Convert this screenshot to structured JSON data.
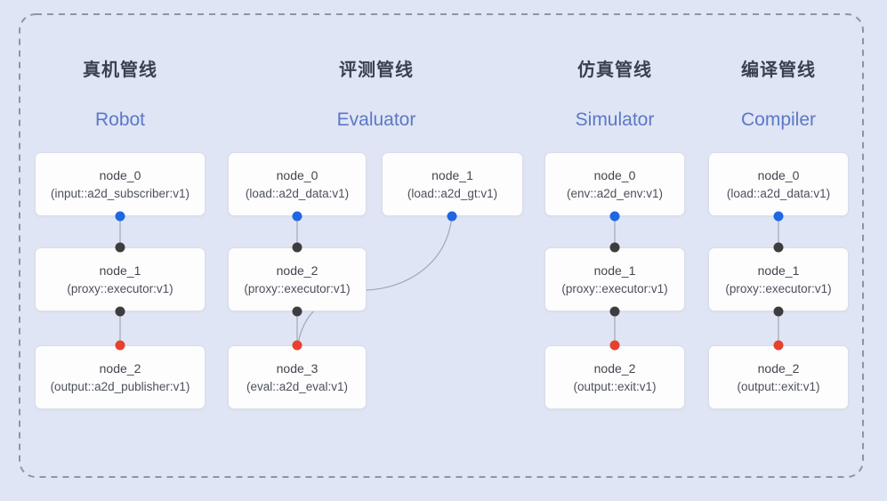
{
  "frame": {
    "style": "dashed rounded rectangle"
  },
  "colors": {
    "background": "#dfe5f4",
    "frame_border": "#8e95a2",
    "node_fill": "#fdfdfe",
    "node_border": "#d9dde6",
    "edge": "#a0a8b8",
    "output_port_dot": "#1f66e3",
    "input_port_dot": "#3d3d40",
    "final_port_dot": "#e8402c",
    "cn_title": "#394050",
    "en_title": "#5b78c7"
  },
  "pipelines": [
    {
      "key": "robot",
      "title_cn": "真机管线",
      "title_en": "Robot",
      "nodes": [
        {
          "name": "node_0",
          "pkg": "(input::a2d_subscriber:v1)"
        },
        {
          "name": "node_1",
          "pkg": "(proxy::executor:v1)"
        },
        {
          "name": "node_2",
          "pkg": "(output::a2d_publisher:v1)"
        }
      ]
    },
    {
      "key": "evaluator",
      "title_cn": "评测管线",
      "title_en": "Evaluator",
      "nodes": [
        {
          "name": "node_0",
          "pkg": "(load::a2d_data:v1)"
        },
        {
          "name": "node_1",
          "pkg": "(load::a2d_gt:v1)"
        },
        {
          "name": "node_2",
          "pkg": "(proxy::executor:v1)"
        },
        {
          "name": "node_3",
          "pkg": "(eval::a2d_eval:v1)"
        }
      ]
    },
    {
      "key": "simulator",
      "title_cn": "仿真管线",
      "title_en": "Simulator",
      "nodes": [
        {
          "name": "node_0",
          "pkg": "(env::a2d_env:v1)"
        },
        {
          "name": "node_1",
          "pkg": "(proxy::executor:v1)"
        },
        {
          "name": "node_2",
          "pkg": "(output::exit:v1)"
        }
      ]
    },
    {
      "key": "compiler",
      "title_cn": "编译管线",
      "title_en": "Compiler",
      "nodes": [
        {
          "name": "node_0",
          "pkg": "(load::a2d_data:v1)"
        },
        {
          "name": "node_1",
          "pkg": "(proxy::executor:v1)"
        },
        {
          "name": "node_2",
          "pkg": "(output::exit:v1)"
        }
      ]
    }
  ]
}
